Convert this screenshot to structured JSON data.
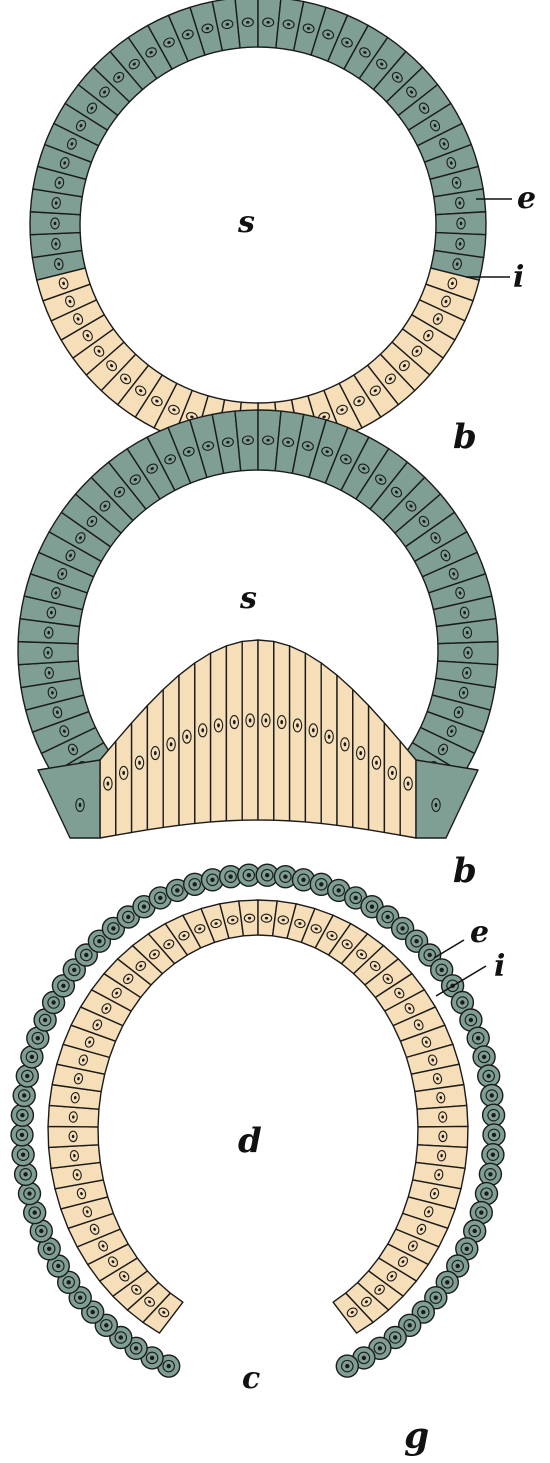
{
  "colors": {
    "ectoderm": "#7f9f95",
    "endoderm": "#f6deb8",
    "outline": "#1b1b1b",
    "background": "#ffffff"
  },
  "figures": [
    {
      "id": "blastula",
      "labels": {
        "cavity": "s",
        "ectoderm": "e",
        "endoderm": "i",
        "figure": "b"
      }
    },
    {
      "id": "early-gastrula",
      "labels": {
        "cavity": "s",
        "figure": "b"
      }
    },
    {
      "id": "gastrula",
      "labels": {
        "ectoderm": "e",
        "endoderm": "i",
        "archenteron": "d",
        "blastopore": "c",
        "figure": "g"
      }
    }
  ]
}
